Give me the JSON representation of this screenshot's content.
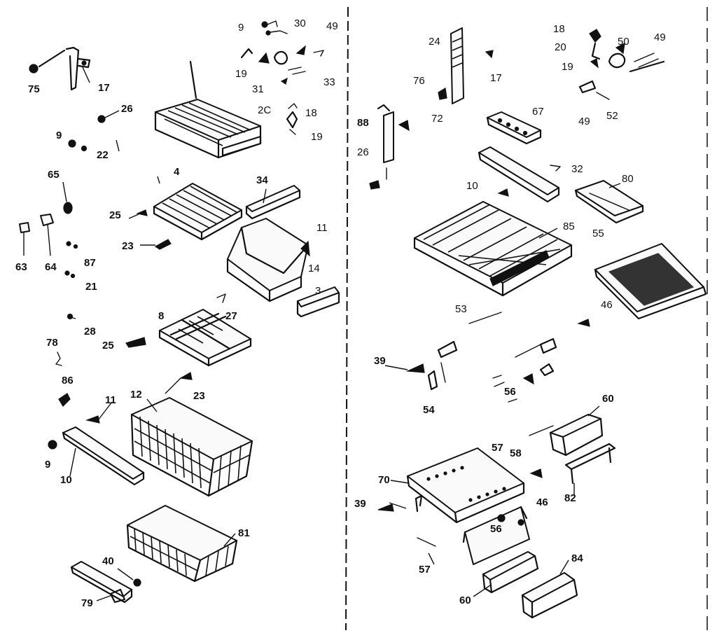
{
  "labels": {
    "l75": "75",
    "l17a": "17",
    "l26a": "26",
    "l9a": "9",
    "l22": "22",
    "l65": "65",
    "l63": "63",
    "l64": "64",
    "l87": "87",
    "l21": "21",
    "l25a": "25",
    "l23a": "23",
    "l4": "4",
    "l34": "34",
    "l11a": "11",
    "l14": "14",
    "l3": "3",
    "l28": "28",
    "l8": "8",
    "l27": "27",
    "l25b": "25",
    "l78": "78",
    "l86": "86",
    "l23b": "23",
    "l12": "12",
    "l11b": "11",
    "l9b": "9",
    "l10a": "10",
    "l81": "81",
    "l40": "40",
    "l79": "79",
    "l9c": "9",
    "l30": "30",
    "l49a": "49",
    "l19a": "19",
    "l31": "31",
    "l33": "33",
    "l20a": "2C",
    "l18a": "18",
    "l19b": "19",
    "l24": "24",
    "l17b": "17",
    "l76": "76",
    "l72": "72",
    "l88": "88",
    "l26b": "26",
    "l67": "67",
    "l18b": "18",
    "l20b": "20",
    "l50": "50",
    "l49b": "49",
    "l19c": "19",
    "l49c": "49",
    "l52": "52",
    "l32": "32",
    "l10b": "10",
    "l80": "80",
    "l85": "85",
    "l55": "55",
    "l46a": "46",
    "l53": "53",
    "l39a": "39",
    "l56a": "56",
    "l54": "54",
    "l60a": "60",
    "l57a": "57",
    "l58": "58",
    "l82": "82",
    "l70": "70",
    "l39b": "39",
    "l46b": "46",
    "l56b": "56",
    "l57b": "57",
    "l60b": "60",
    "l84": "84"
  }
}
